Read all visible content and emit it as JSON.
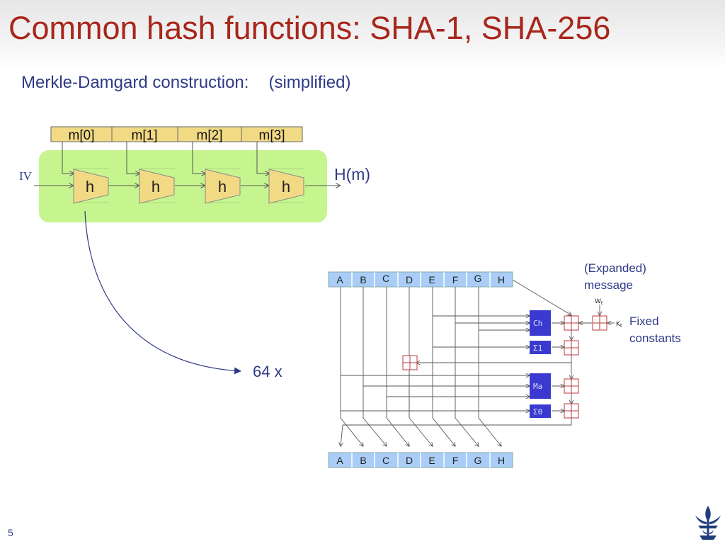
{
  "slide": {
    "title": "Common hash functions:  SHA-1, SHA-256",
    "subtitle_main": "Merkle-Damgard construction:",
    "subtitle_note": "(simplified)",
    "page_number": "5"
  },
  "merkle": {
    "blocks": [
      "m[0]",
      "m[1]",
      "m[2]",
      "m[3]"
    ],
    "iv_label": "IV",
    "compress_label": "h",
    "output_label": "H(m)",
    "rounds_label": "64 x"
  },
  "sha_round": {
    "registers_top": [
      "A",
      "B",
      "C",
      "D",
      "E",
      "F",
      "G",
      "H"
    ],
    "registers_bottom": [
      "A",
      "B",
      "C",
      "D",
      "E",
      "F",
      "G",
      "H"
    ],
    "functions": [
      "Ch",
      "Σ1",
      "Ma",
      "Σ0"
    ],
    "expanded_message_label": "(Expanded)\nmessage",
    "fixed_constants_label": "Fixed\nconstants",
    "w_label": "W",
    "w_sub": "t",
    "k_label": "K",
    "k_sub": "t"
  },
  "colors": {
    "title": "#a8261b",
    "text": "#2e3a87",
    "chain_background": "#c6f58f",
    "block_fill": "#f2da85",
    "register_fill": "#a9cdf6",
    "function_fill": "#3a3ad0",
    "adder": "#b83a3a"
  }
}
